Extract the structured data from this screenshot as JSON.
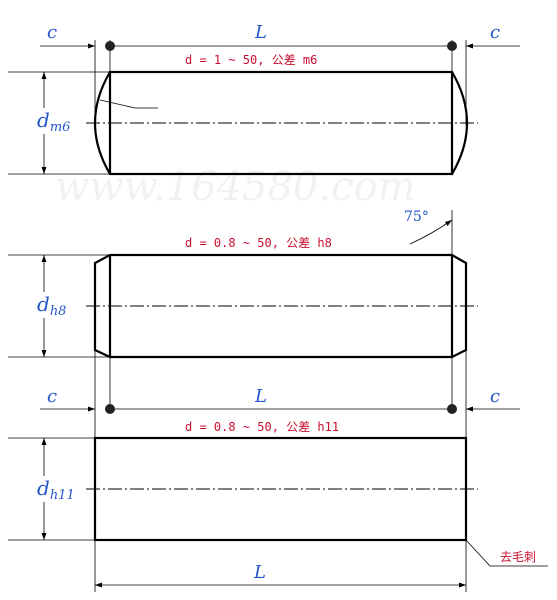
{
  "watermark": "www.164580.com",
  "colors": {
    "dimension": "#2456c9",
    "note": "#c8102e",
    "outline": "#000000"
  },
  "pin1": {
    "note": "d = 1 ~ 50, 公差 m6",
    "length_label": "L",
    "c_left": "c",
    "c_right": "c",
    "dia_main": "d",
    "dia_sub": "m6"
  },
  "pin2": {
    "note": "d = 0.8 ~ 50, 公差 h8",
    "angle": "75°",
    "dia_main": "d",
    "dia_sub": "h8"
  },
  "pin3": {
    "note": "d = 0.8 ~ 50, 公差 h11",
    "length_label_top": "L",
    "length_label_bottom": "L",
    "c_left": "c",
    "c_right": "c",
    "dia_main": "d",
    "dia_sub": "h11",
    "deburr": "去毛刺"
  }
}
